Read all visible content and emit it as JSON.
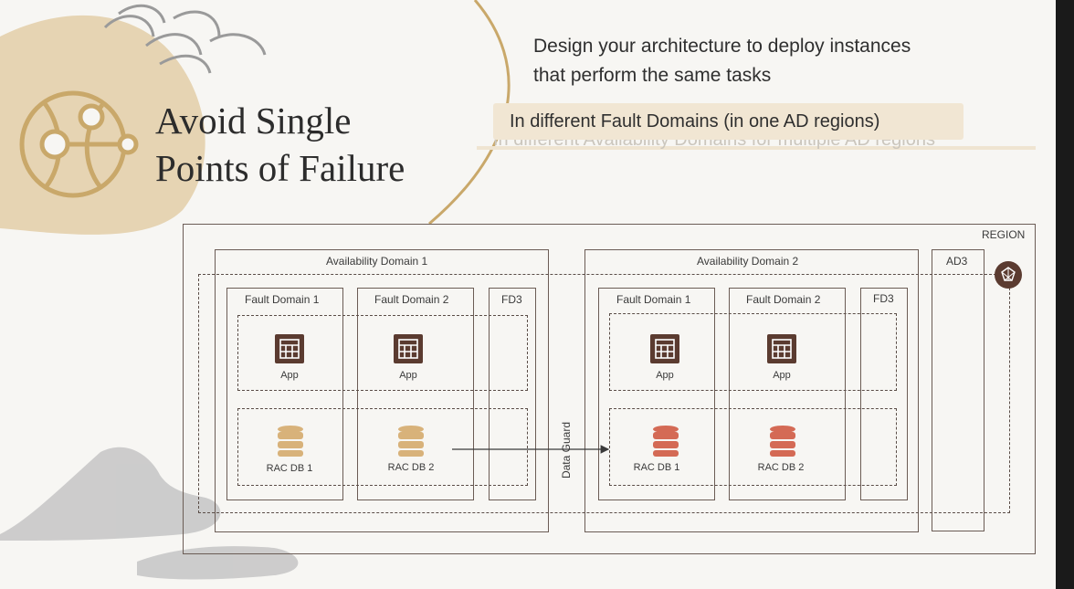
{
  "slide": {
    "title_line1": "Avoid Single",
    "title_line2": "Points of Failure",
    "subtitle_line1": "Design your architecture to deploy instances",
    "subtitle_line2": "that perform the same tasks",
    "highlight": "In different Fault Domains (in one AD regions)",
    "ghost_text": "In different Availability Domains for multiple AD regions"
  },
  "diagram": {
    "region_label": "REGION",
    "ad1": {
      "label": "Availability Domain 1",
      "fd1": "Fault Domain 1",
      "fd2": "Fault Domain 2",
      "fd3": "FD3",
      "app1": "App",
      "app2": "App",
      "db1": "RAC DB 1",
      "db2": "RAC DB 2"
    },
    "ad2": {
      "label": "Availability Domain 2",
      "fd1": "Fault Domain 1",
      "fd2": "Fault Domain 2",
      "fd3": "FD3",
      "app1": "App",
      "app2": "App",
      "db1": "RAC DB 1",
      "db2": "RAC DB 2"
    },
    "ad3_label": "AD3",
    "data_guard_label": "Data Guard"
  },
  "colors": {
    "accent_gold": "#c9a86a",
    "app_icon": "#5b3b30",
    "db_primary": "#d8b27a",
    "db_standby": "#d46a55",
    "blob_beige": "#e6d4b3",
    "frame": "#6b5c55"
  }
}
